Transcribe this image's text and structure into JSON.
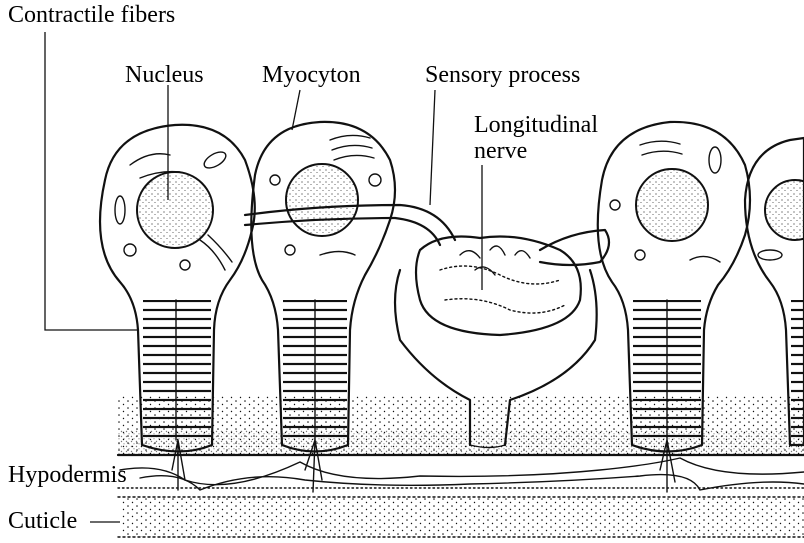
{
  "figure": {
    "labels": {
      "contractile_fibers": "Contractile fibers",
      "nucleus": "Nucleus",
      "myocyton": "Myocyton",
      "sensory_process": "Sensory process",
      "longitudinal_nerve_line1": "Longitudinal",
      "longitudinal_nerve_line2": "nerve",
      "hypodermis": "Hypodermis",
      "cuticle": "Cuticle"
    }
  }
}
